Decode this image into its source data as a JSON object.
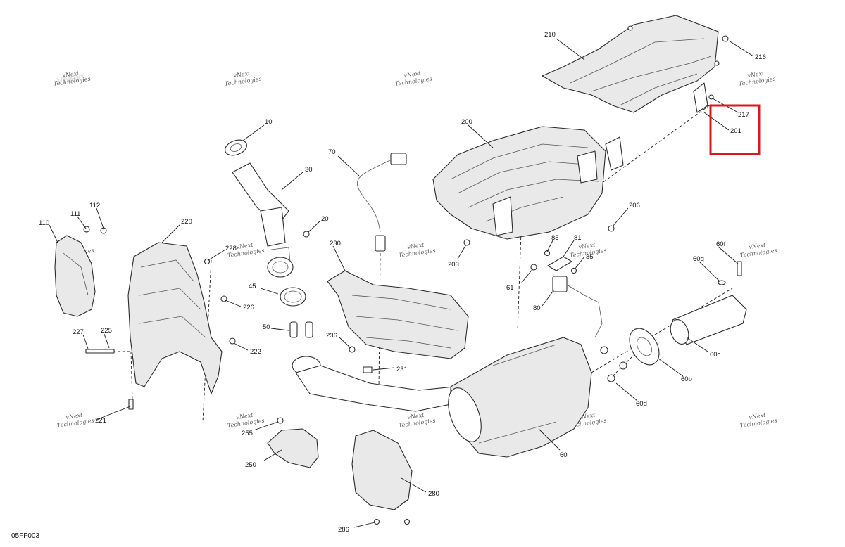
{
  "figure_code": "05FF003",
  "watermark": {
    "line1": "vNext",
    "line2": "Technologies"
  },
  "callouts": {
    "c10": "10",
    "c20": "20",
    "c30": "30",
    "c45": "45",
    "c50": "50",
    "c60": "60",
    "c60b": "60b",
    "c60c": "60c",
    "c60d": "60d",
    "c60f": "60f",
    "c60g": "60g",
    "c61": "61",
    "c70": "70",
    "c80": "80",
    "c81": "81",
    "c85a": "85",
    "c85b": "85",
    "c110": "110",
    "c111": "111",
    "c112": "112",
    "c200": "200",
    "c201": "201",
    "c203": "203",
    "c206": "206",
    "c210": "210",
    "c216": "216",
    "c217": "217",
    "c220": "220",
    "c221": "221",
    "c222": "222",
    "c225": "225",
    "c226": "226",
    "c227": "227",
    "c228": "228",
    "c230": "230",
    "c231": "231",
    "c236": "236",
    "c250": "250",
    "c255": "255",
    "c280": "280",
    "c286": "286"
  },
  "highlight_color": "#d7191c"
}
